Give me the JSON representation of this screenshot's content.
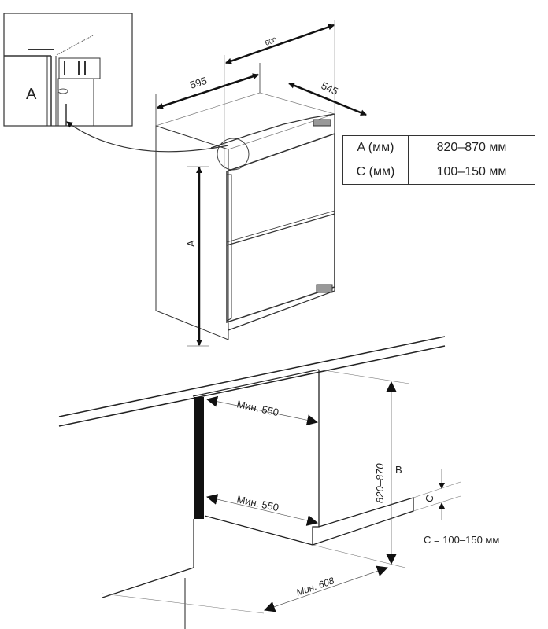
{
  "inset": {
    "label": "A"
  },
  "dimensions_top": {
    "width_595": "595",
    "width_600": "600",
    "depth_545": "545",
    "height_label": "A"
  },
  "table": {
    "rows": [
      {
        "key": "A (мм)",
        "value": "820–870 мм"
      },
      {
        "key": "C (мм)",
        "value": "100–150 мм"
      }
    ]
  },
  "dimensions_bottom": {
    "min_upper": "Мин. 550",
    "min_lower": "Мин. 550",
    "min_depth": "Мин. 608",
    "height_range": "820–870",
    "b_label": "B",
    "c_label": "C",
    "c_note": "C = 100–150 мм"
  }
}
